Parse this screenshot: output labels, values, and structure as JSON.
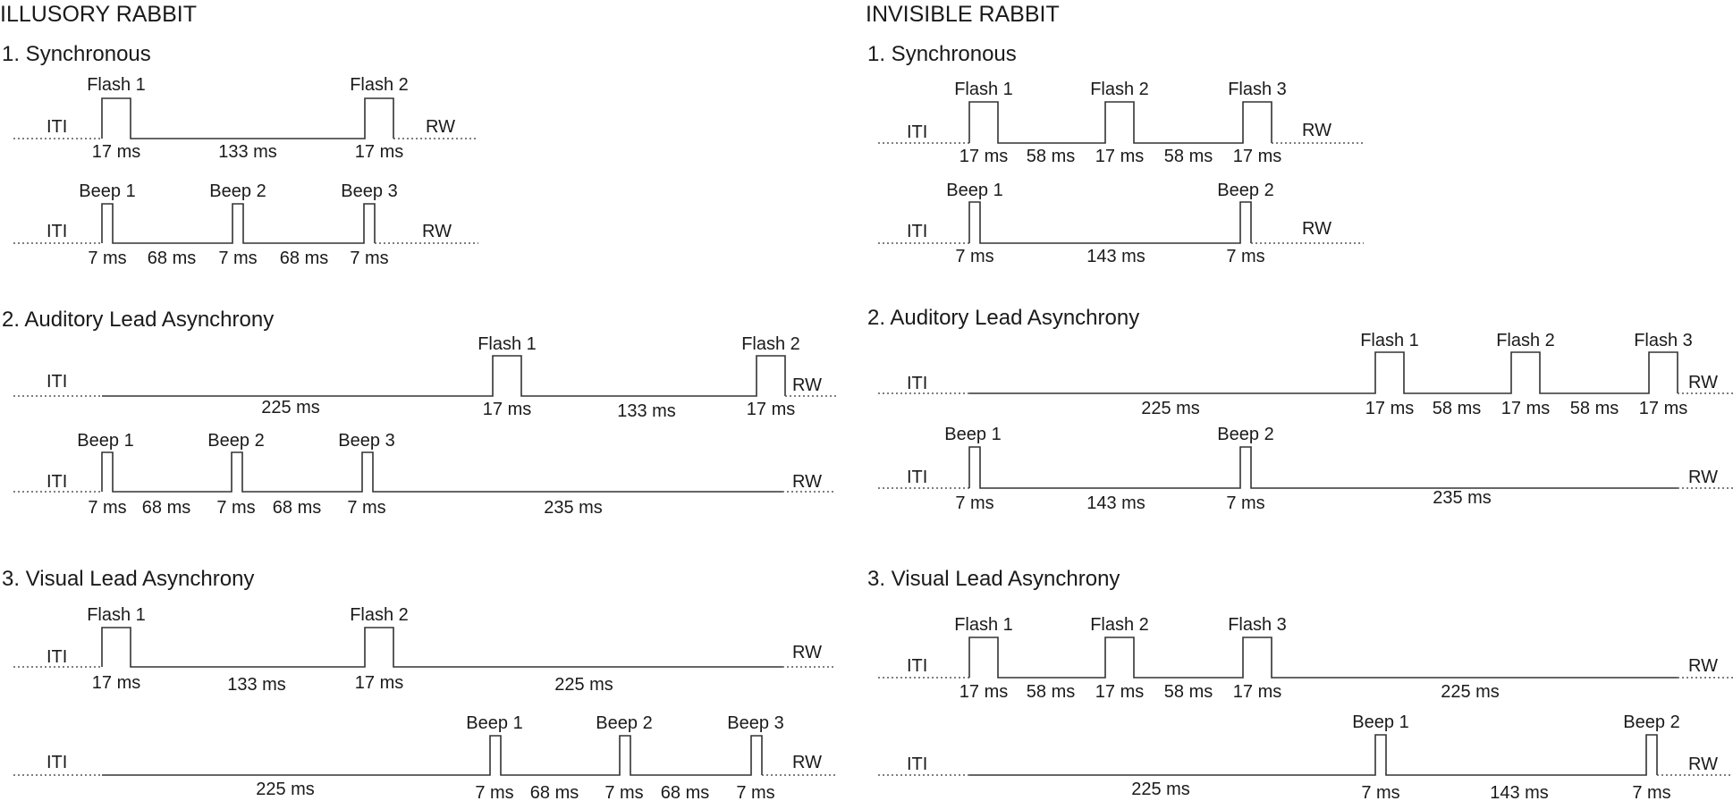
{
  "colors": {
    "illusory": "#f0923f",
    "invisible": "#4a66c8",
    "ink": "#1a1a1a"
  },
  "panels": [
    {
      "title": "ILLUSORY RABBIT",
      "color": "#f0923f",
      "sections": [
        {
          "title": "1. Synchronous",
          "rows": [
            {
              "start": "ITI",
              "end": "RW",
              "pulses": [
                {
                  "label": "Flash 1",
                  "dur": "17 ms"
                },
                {
                  "label": "Flash 2",
                  "dur": "17 ms"
                }
              ],
              "gaps": [
                "133 ms"
              ]
            },
            {
              "start": "ITI",
              "end": "RW",
              "pulses": [
                {
                  "label": "Beep 1",
                  "dur": "7 ms"
                },
                {
                  "label": "Beep 2",
                  "dur": "7 ms"
                },
                {
                  "label": "Beep 3",
                  "dur": "7 ms"
                }
              ],
              "gaps": [
                "68 ms",
                "68 ms"
              ]
            }
          ]
        },
        {
          "title": "2. Auditory Lead Asynchrony",
          "rows": [
            {
              "start": "ITI",
              "end": "RW",
              "pulses": [
                {
                  "label": "Flash 1",
                  "dur": "17 ms"
                },
                {
                  "label": "Flash 2",
                  "dur": "17 ms"
                }
              ],
              "gaps": [
                "225 ms",
                "133 ms"
              ]
            },
            {
              "start": "ITI",
              "end": "RW",
              "pulses": [
                {
                  "label": "Beep 1",
                  "dur": "7 ms"
                },
                {
                  "label": "Beep 2",
                  "dur": "7 ms"
                },
                {
                  "label": "Beep 3",
                  "dur": "7 ms"
                }
              ],
              "gaps": [
                "68 ms",
                "68 ms",
                "235 ms"
              ]
            }
          ]
        },
        {
          "title": "3. Visual Lead Asynchrony",
          "rows": [
            {
              "start": "ITI",
              "end": "RW",
              "pulses": [
                {
                  "label": "Flash 1",
                  "dur": "17 ms"
                },
                {
                  "label": "Flash 2",
                  "dur": "17 ms"
                }
              ],
              "gaps": [
                "133 ms",
                "225 ms"
              ]
            },
            {
              "start": "ITI",
              "end": "RW",
              "pulses": [
                {
                  "label": "Beep 1",
                  "dur": "7 ms"
                },
                {
                  "label": "Beep 2",
                  "dur": "7 ms"
                },
                {
                  "label": "Beep 3",
                  "dur": "7 ms"
                }
              ],
              "gaps": [
                "225 ms",
                "68 ms",
                "68 ms"
              ]
            }
          ]
        }
      ]
    },
    {
      "title": "INVISIBLE RABBIT",
      "color": "#4a66c8",
      "sections": [
        {
          "title": "1. Synchronous",
          "rows": [
            {
              "start": "ITI",
              "end": "RW",
              "pulses": [
                {
                  "label": "Flash 1",
                  "dur": "17 ms"
                },
                {
                  "label": "Flash 2",
                  "dur": "17 ms"
                },
                {
                  "label": "Flash 3",
                  "dur": "17 ms"
                }
              ],
              "gaps": [
                "58 ms",
                "58 ms"
              ]
            },
            {
              "start": "ITI",
              "end": "RW",
              "pulses": [
                {
                  "label": "Beep 1",
                  "dur": "7 ms"
                },
                {
                  "label": "Beep 2",
                  "dur": "7 ms"
                }
              ],
              "gaps": [
                "143 ms"
              ]
            }
          ]
        },
        {
          "title": "2. Auditory Lead Asynchrony",
          "rows": [
            {
              "start": "ITI",
              "end": "RW",
              "pulses": [
                {
                  "label": "Flash 1",
                  "dur": "17 ms"
                },
                {
                  "label": "Flash 2",
                  "dur": "17 ms"
                },
                {
                  "label": "Flash 3",
                  "dur": "17 ms"
                }
              ],
              "gaps": [
                "225 ms",
                "58 ms",
                "58 ms"
              ]
            },
            {
              "start": "ITI",
              "end": "RW",
              "pulses": [
                {
                  "label": "Beep 1",
                  "dur": "7 ms"
                },
                {
                  "label": "Beep 2",
                  "dur": "7 ms"
                }
              ],
              "gaps": [
                "143 ms",
                "235 ms"
              ]
            }
          ]
        },
        {
          "title": "3. Visual Lead Asynchrony",
          "rows": [
            {
              "start": "ITI",
              "end": "RW",
              "pulses": [
                {
                  "label": "Flash 1",
                  "dur": "17 ms"
                },
                {
                  "label": "Flash 2",
                  "dur": "17 ms"
                },
                {
                  "label": "Flash 3",
                  "dur": "17 ms"
                }
              ],
              "gaps": [
                "58 ms",
                "58 ms",
                "225 ms"
              ]
            },
            {
              "start": "ITI",
              "end": "RW",
              "pulses": [
                {
                  "label": "Beep 1",
                  "dur": "7 ms"
                },
                {
                  "label": "Beep 2",
                  "dur": "7 ms"
                }
              ],
              "gaps": [
                "225 ms",
                "143 ms"
              ]
            }
          ]
        }
      ]
    }
  ]
}
